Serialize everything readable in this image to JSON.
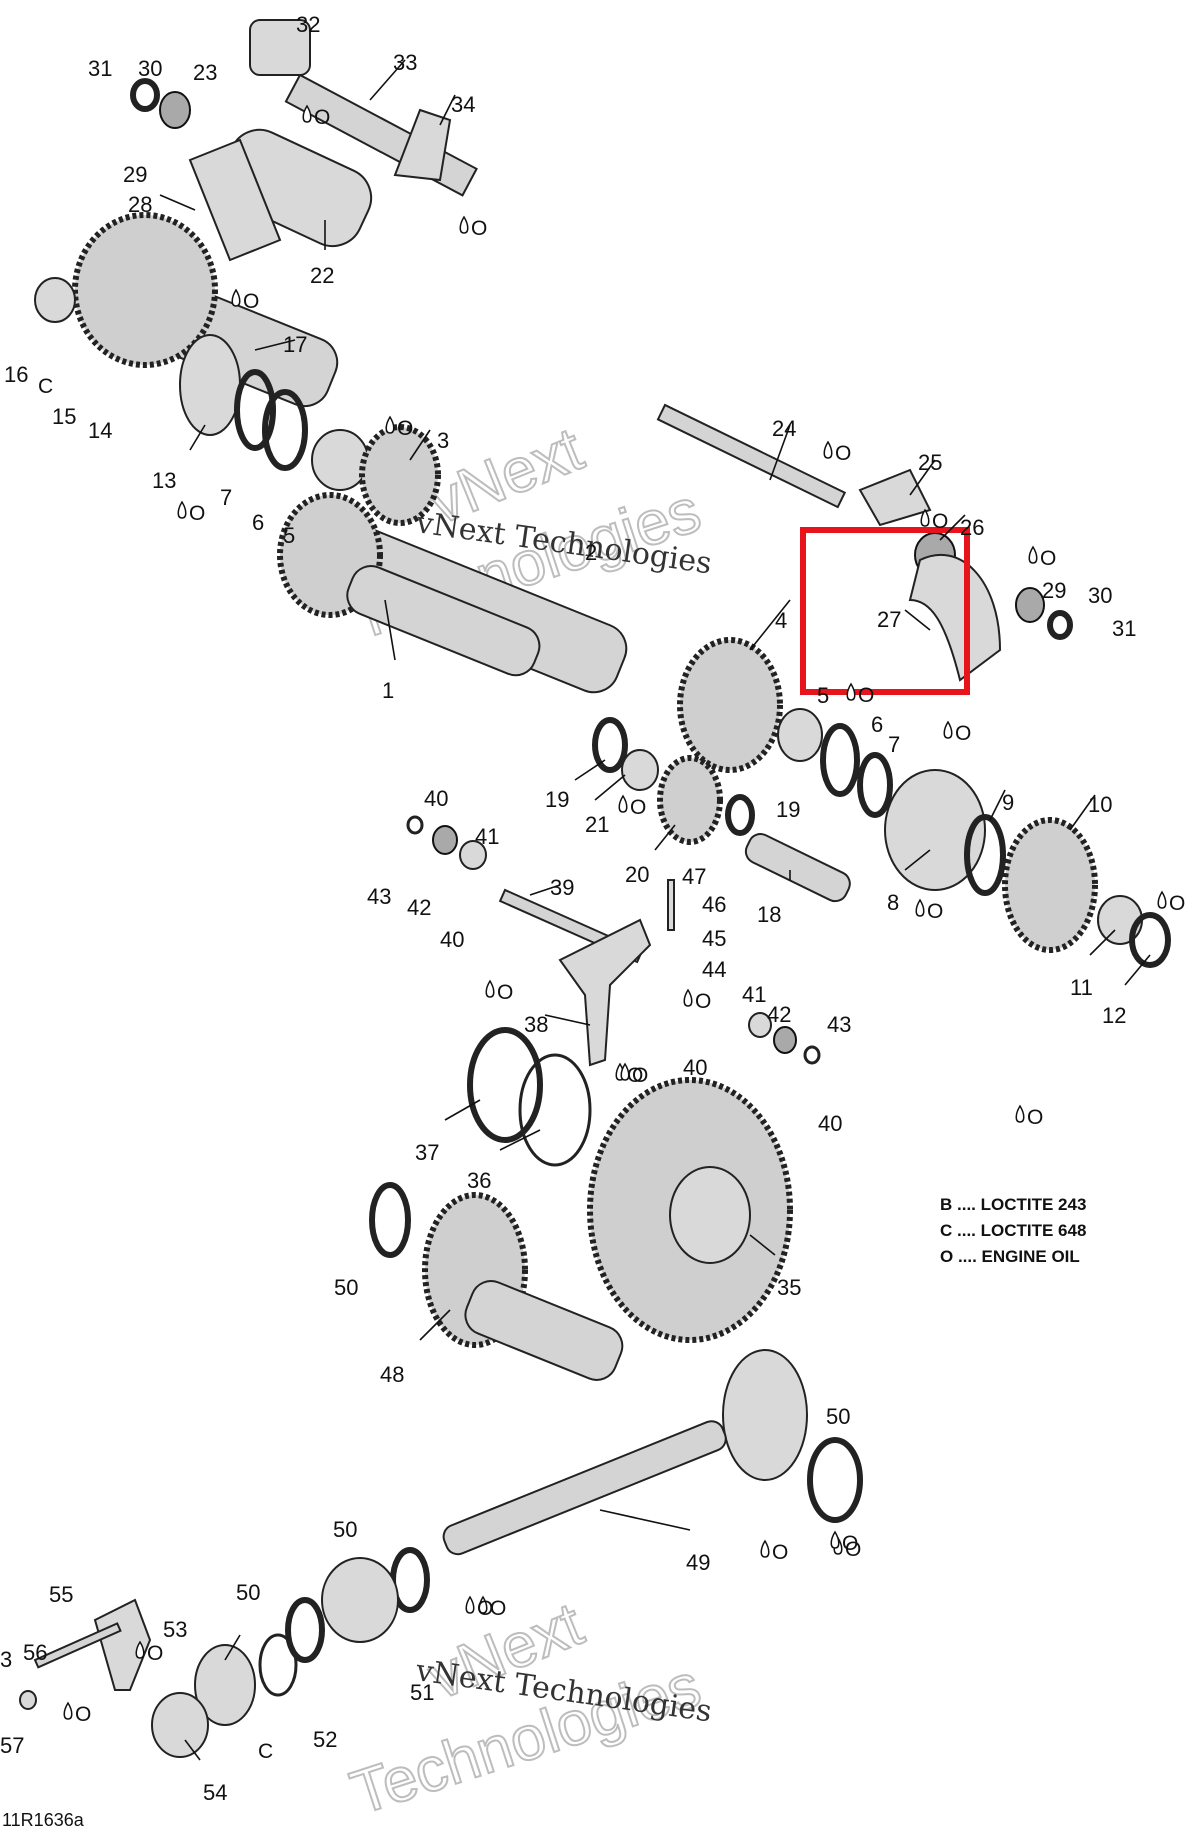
{
  "diagram": {
    "code": "11R1636a",
    "legend": [
      {
        "line": "B .... LOCTITE 243"
      },
      {
        "line": "C .... LOCTITE 648"
      },
      {
        "line": "O .... ENGINE OIL"
      }
    ],
    "watermark_primary": "vNext Technologies",
    "watermark_secondary_a": "vNext",
    "watermark_secondary_b": "Technologies",
    "part_labels": [
      "32",
      "31",
      "30",
      "23",
      "33",
      "34",
      "29",
      "28",
      "22",
      "17",
      "16",
      "15",
      "14",
      "13",
      "7",
      "6",
      "5",
      "3",
      "24",
      "25",
      "26",
      "2",
      "1",
      "4",
      "27",
      "29",
      "30",
      "31",
      "5",
      "6",
      "7",
      "19",
      "21",
      "20",
      "40",
      "41",
      "43",
      "42",
      "39",
      "40",
      "47",
      "46",
      "45",
      "44",
      "18",
      "19",
      "9",
      "10",
      "8",
      "11",
      "12",
      "38",
      "41",
      "42",
      "43",
      "40",
      "40",
      "37",
      "36",
      "50",
      "35",
      "48",
      "50",
      "49",
      "50",
      "55",
      "56",
      "53",
      "50",
      "51",
      "57",
      "52",
      "54",
      "3"
    ],
    "oil_labels": [
      "O",
      "O",
      "O",
      "O",
      "O",
      "O",
      "O",
      "O",
      "O",
      "O",
      "O",
      "O",
      "O",
      "O",
      "O",
      "O",
      "O",
      "O",
      "O",
      "O",
      "O",
      "O",
      "O",
      "O",
      "O"
    ],
    "loctite_labels": [
      "C",
      "C"
    ],
    "highlight_color": "#e8141b"
  }
}
